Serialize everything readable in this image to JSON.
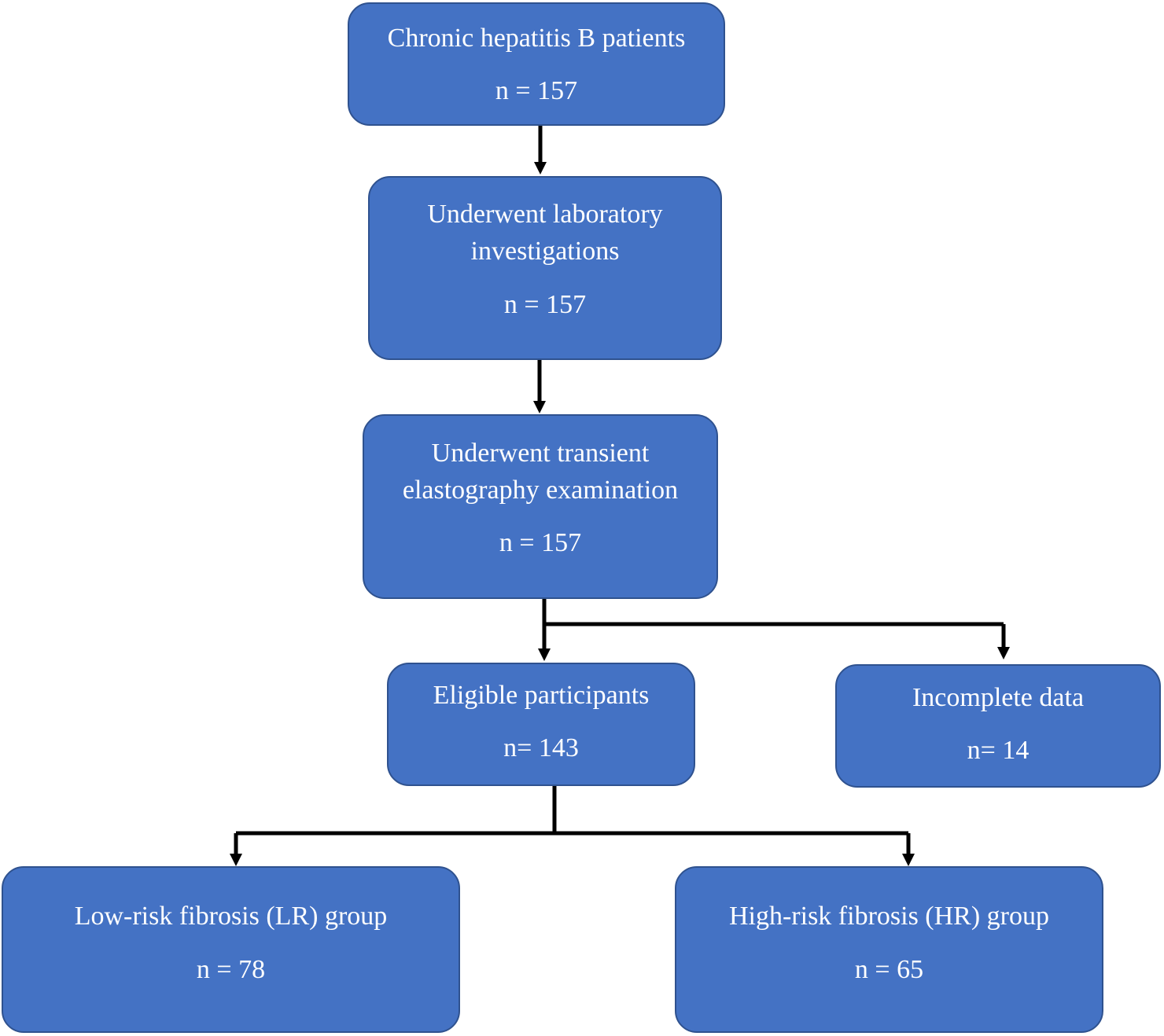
{
  "boxes": {
    "chronic": {
      "title": "Chronic hepatitis B patients",
      "count": "n = 157"
    },
    "lab": {
      "title_line1": "Underwent laboratory",
      "title_line2": "investigations",
      "count": "n = 157"
    },
    "elasto": {
      "title_line1": "Underwent transient",
      "title_line2": "elastography examination",
      "count": "n = 157"
    },
    "eligible": {
      "title": "Eligible participants",
      "count": "n= 143"
    },
    "incomplete": {
      "title": "Incomplete data",
      "count": "n= 14"
    },
    "low_risk": {
      "title": "Low-risk fibrosis (LR) group",
      "count": "n = 78"
    },
    "high_risk": {
      "title": "High-risk fibrosis (HR) group",
      "count": "n = 65"
    }
  },
  "colors": {
    "box_fill": "#4472C4",
    "box_border": "#2F528F",
    "text": "#FFFFFF",
    "connector": "#000000"
  }
}
